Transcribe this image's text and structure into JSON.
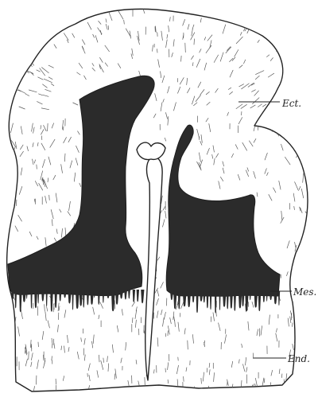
{
  "labels": {
    "ectoderm": "Ect.",
    "mesoderm": "Mes.",
    "endoderm": "End."
  },
  "colors": {
    "outline": "#222222",
    "mesoderm_fill": "#2b2b2b",
    "hatching": "#5a5a5a",
    "background": "#ffffff"
  }
}
